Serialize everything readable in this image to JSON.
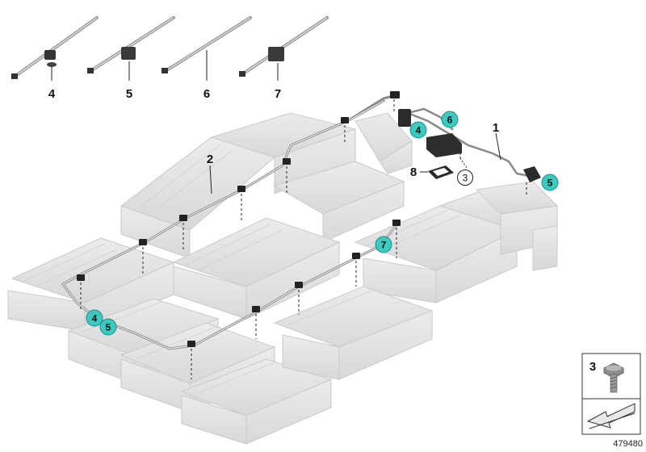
{
  "clips": {
    "c4": "4",
    "c5": "5",
    "c6": "6",
    "c7": "7"
  },
  "labels": {
    "harness": "1",
    "wire_main": "2",
    "part8": "8"
  },
  "circled": {
    "screw_ref": "3"
  },
  "badges": {
    "b4_top": "4",
    "b6_top": "6",
    "b5_right": "5",
    "b7_mid": "7",
    "b4_left": "4",
    "b5_left": "5"
  },
  "inset": {
    "screw_label": "3"
  },
  "ref_number": "479480",
  "colors": {
    "badge_fill": "#3cc9c0",
    "module_fill": "#e4e4e4",
    "module_stroke": "#c9c9c9",
    "wire": "#8a8a8a"
  }
}
